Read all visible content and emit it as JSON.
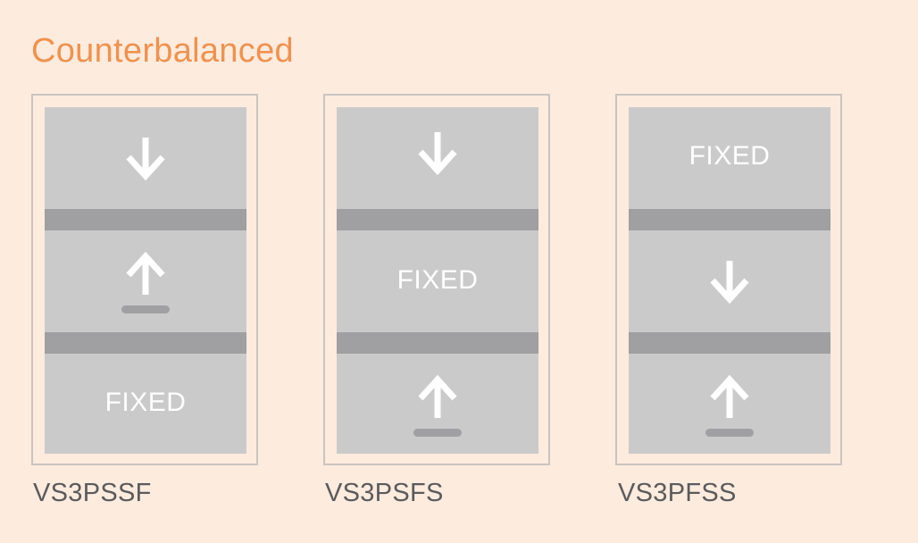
{
  "title": "Counterbalanced",
  "colors": {
    "background": "#fdebde",
    "title": "#f0924e",
    "sash": "#cbcacb",
    "rail": "#a09fa2",
    "frame": "#c9c4c1",
    "caption": "#5b5b5d"
  },
  "windows": [
    {
      "caption": "VS3PSSF",
      "sashes": [
        {
          "kind": "arrow-down"
        },
        {
          "kind": "arrow-up",
          "handle": true
        },
        {
          "kind": "fixed",
          "label": "FIXED"
        }
      ]
    },
    {
      "caption": "VS3PSFS",
      "sashes": [
        {
          "kind": "arrow-down"
        },
        {
          "kind": "fixed",
          "label": "FIXED"
        },
        {
          "kind": "arrow-up",
          "handle": true
        }
      ]
    },
    {
      "caption": "VS3PFSS",
      "sashes": [
        {
          "kind": "fixed",
          "label": "FIXED"
        },
        {
          "kind": "arrow-down"
        },
        {
          "kind": "arrow-up",
          "handle": true
        }
      ]
    }
  ]
}
